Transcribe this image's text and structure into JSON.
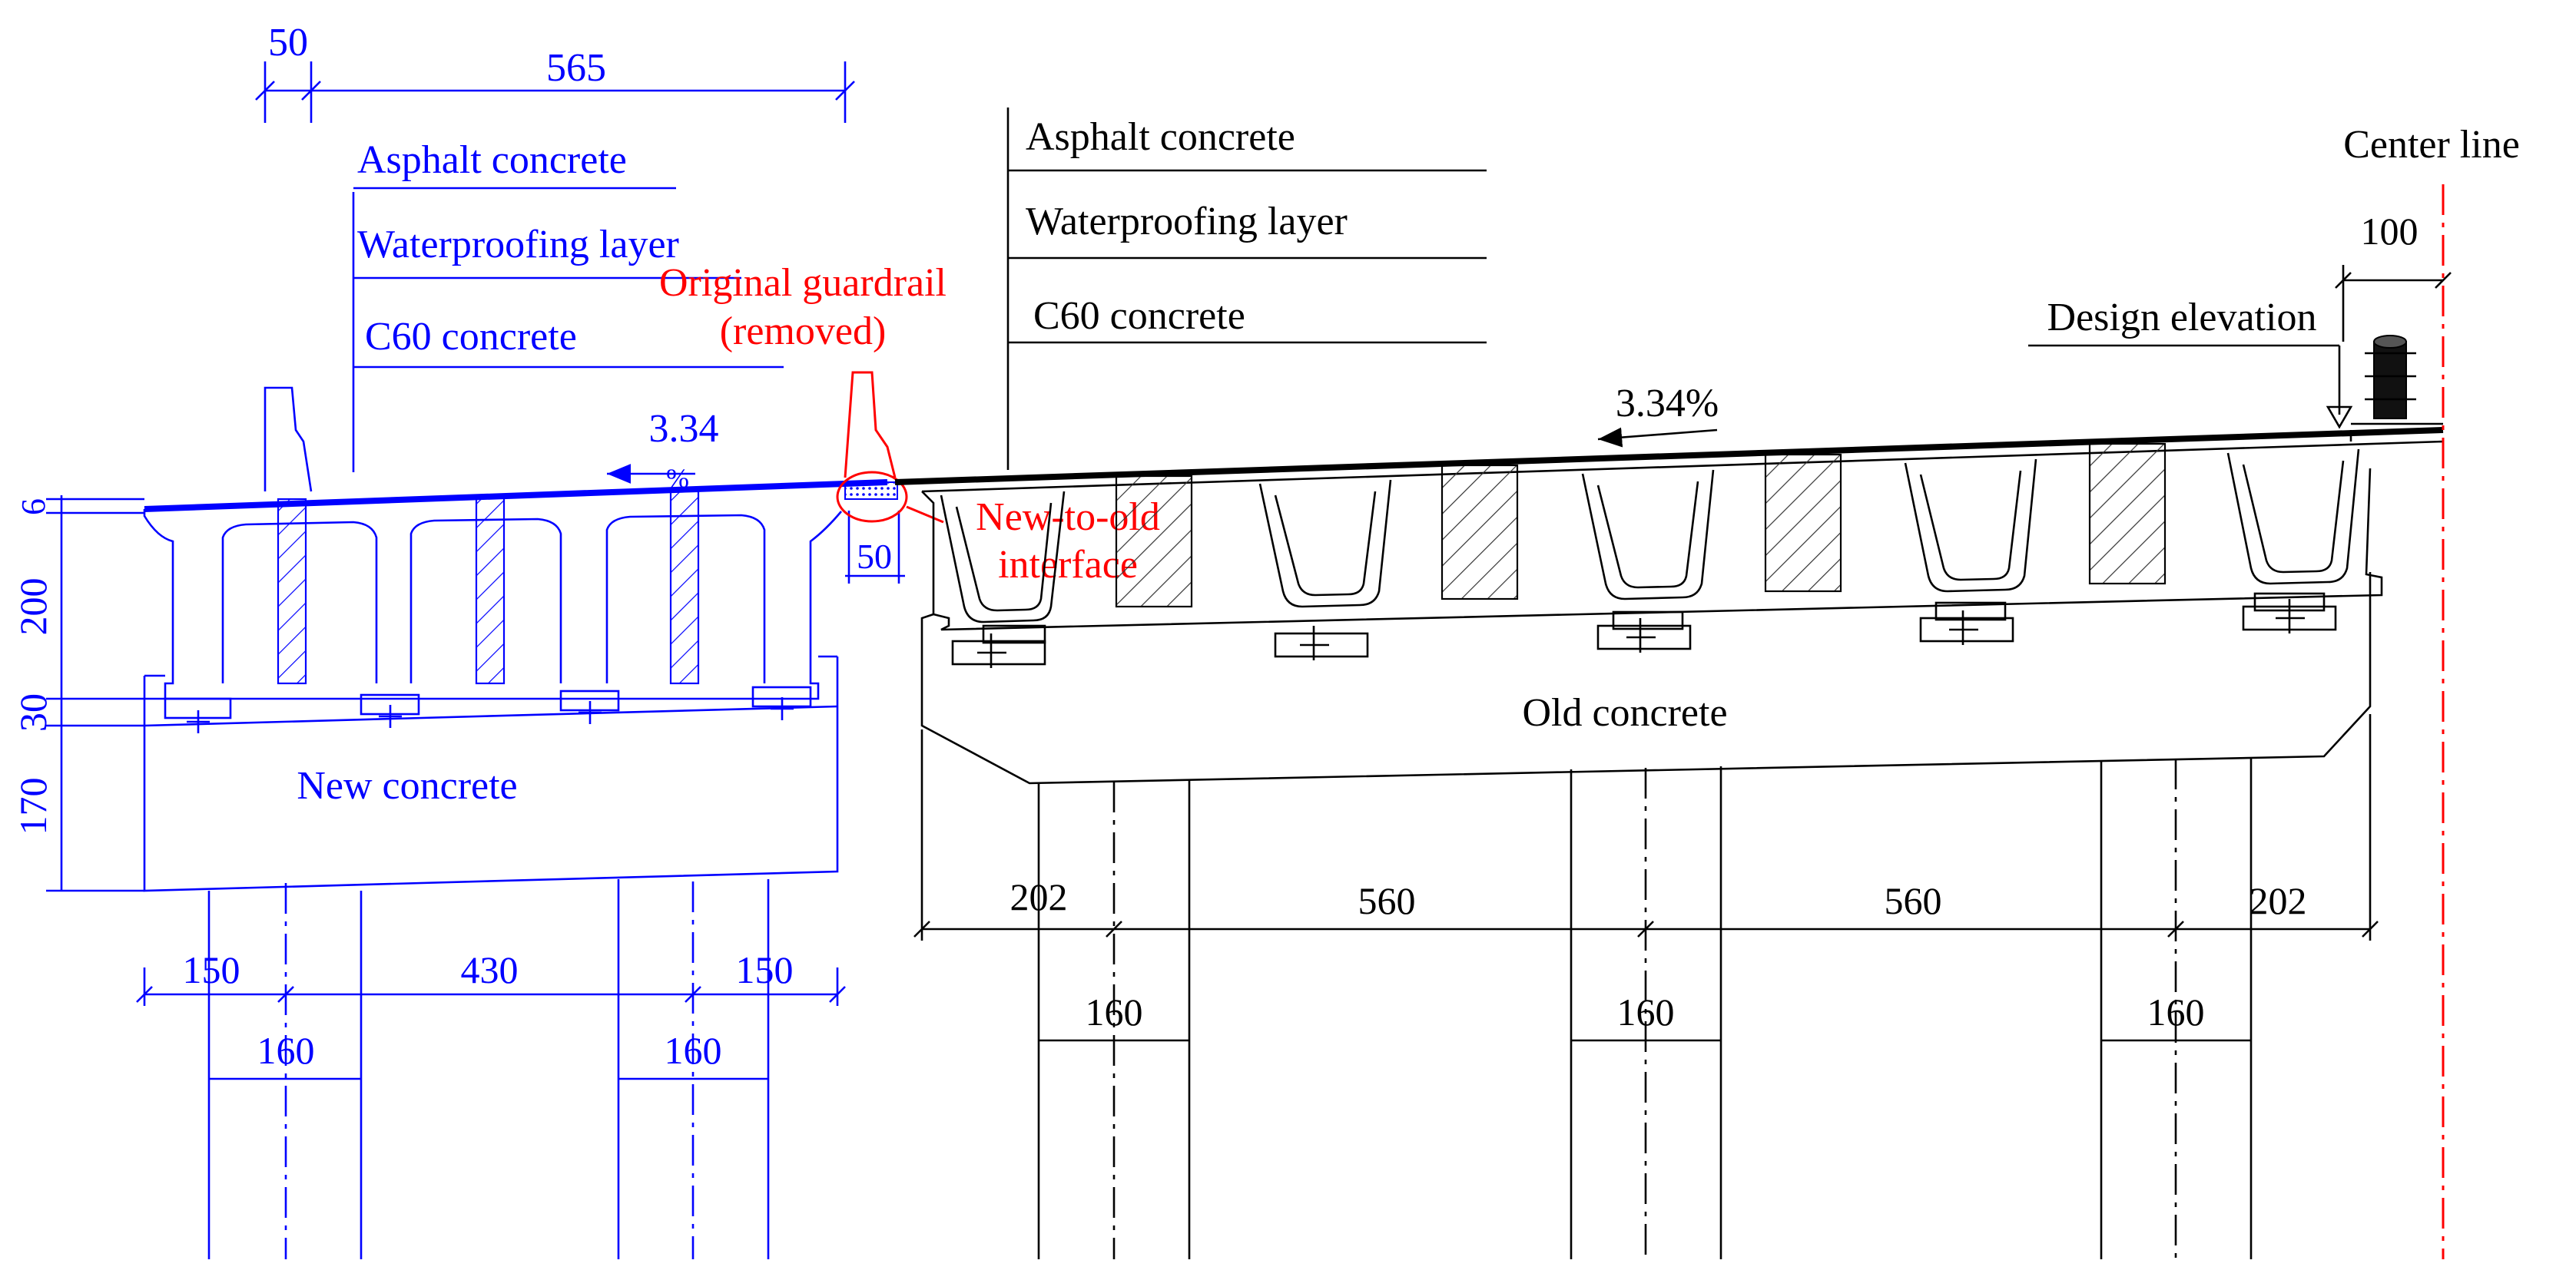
{
  "new_side": {
    "layers": [
      "Asphalt concrete",
      "Waterproofing layer",
      "C60 concrete"
    ],
    "top_dims": [
      "50",
      "565"
    ],
    "slope": [
      "3.34",
      "%"
    ],
    "left_dims": [
      "6",
      "200",
      "30",
      "170"
    ],
    "base_label": "New concrete",
    "bottom_dims": [
      "150",
      "430",
      "150"
    ],
    "column_dims": [
      "160",
      "160"
    ],
    "joint_dim": "50"
  },
  "old_side": {
    "layers": [
      "Asphalt concrete",
      "Waterproofing layer",
      "C60 concrete"
    ],
    "slope": "3.34%",
    "base_label": "Old concrete",
    "bottom_dims": [
      "202",
      "560",
      "560",
      "202"
    ],
    "column_dims": [
      "160",
      "160",
      "160"
    ],
    "center_line": "Center line",
    "center_dim": "100",
    "design_elevation": "Design elevation"
  },
  "annotations": {
    "guardrail": [
      "Original guardrail",
      "(removed)"
    ],
    "interface": [
      "New-to-old",
      "interface"
    ]
  },
  "colors": {
    "new": "#0000ff",
    "old": "#000000",
    "note": "#ff0000"
  }
}
